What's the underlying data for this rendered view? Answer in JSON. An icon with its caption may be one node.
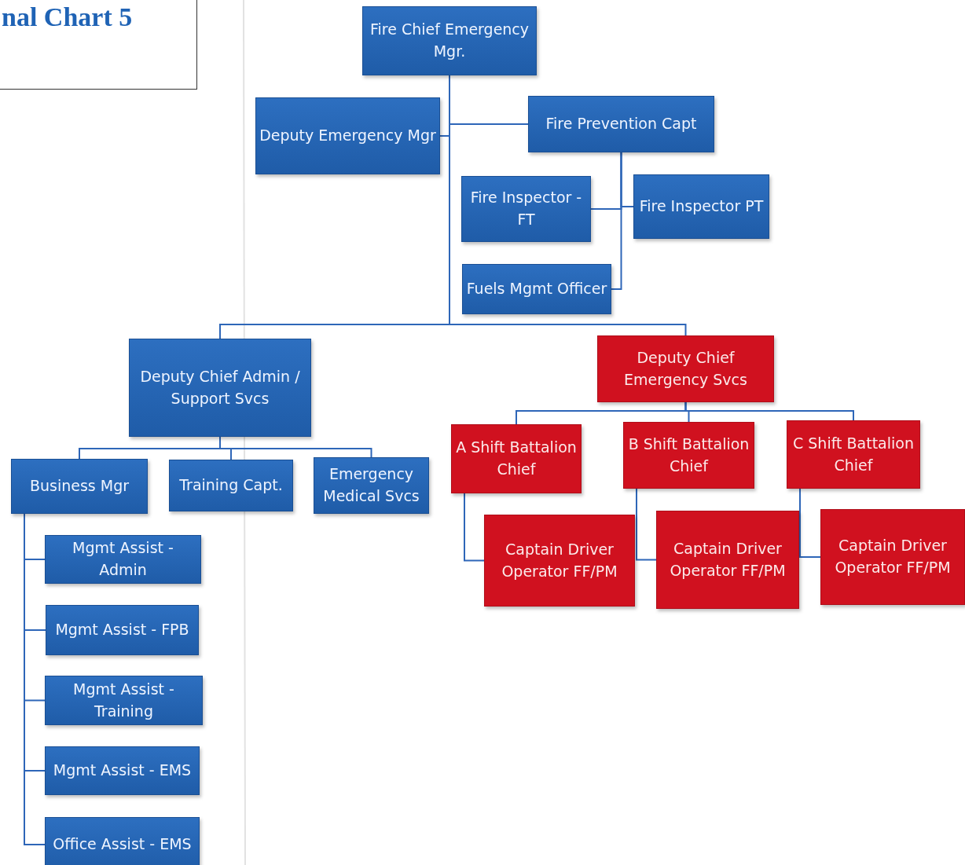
{
  "diagram": {
    "title": "nal Chart 5",
    "nodes": [
      {
        "text": [
          "Fire Chief Emergency Mgr."
        ]
      },
      {
        "text": [
          "Deputy Emergency Mgr"
        ]
      },
      {
        "text": [
          "Fire Prevention Capt"
        ]
      },
      {
        "text": [
          "Fire Inspector - FT"
        ]
      },
      {
        "text": [
          "Fire Inspector PT"
        ]
      },
      {
        "text": [
          "Fuels Mgmt Officer"
        ]
      },
      {
        "text": [
          "Deputy Chief Admin / Support Svcs"
        ]
      },
      {
        "text": [
          "Deputy Chief Emergency Svcs"
        ]
      },
      {
        "text": [
          "Business Mgr"
        ]
      },
      {
        "text": [
          "Training Capt."
        ]
      },
      {
        "text": [
          "Emergency Medical Svcs"
        ]
      },
      {
        "text": [
          "A Shift Battalion Chief"
        ]
      },
      {
        "text": [
          "B Shift Battalion Chief"
        ]
      },
      {
        "text": [
          "C Shift Battalion Chief"
        ]
      },
      {
        "text": [
          "Captain Driver Operator FF/PM"
        ]
      },
      {
        "text": [
          "Captain Driver Operator FF/PM"
        ]
      },
      {
        "text": [
          "Captain Driver Operator FF/PM"
        ]
      },
      {
        "text": [
          "Mgmt Assist - Admin"
        ]
      },
      {
        "text": [
          "Mgmt Assist - FPB"
        ]
      },
      {
        "text": [
          "Mgmt Assist - Training"
        ]
      },
      {
        "text": [
          "Mgmt Assist - EMS"
        ]
      },
      {
        "text": [
          "Office Assist - EMS"
        ]
      }
    ],
    "edges": [
      {
        "from": 0,
        "to": 1,
        "arrow": "none"
      },
      {
        "from": 0,
        "to": 2,
        "arrow": "none"
      },
      {
        "from": 2,
        "to": 3,
        "arrow": "none"
      },
      {
        "from": 2,
        "to": 4,
        "arrow": "none"
      },
      {
        "from": 2,
        "to": 5,
        "arrow": "none"
      },
      {
        "from": 0,
        "to": 6,
        "arrow": "none"
      },
      {
        "from": 0,
        "to": 7,
        "arrow": "none"
      },
      {
        "from": 6,
        "to": 8,
        "arrow": "none"
      },
      {
        "from": 6,
        "to": 9,
        "arrow": "none"
      },
      {
        "from": 6,
        "to": 10,
        "arrow": "none"
      },
      {
        "from": 7,
        "to": 11,
        "arrow": "none"
      },
      {
        "from": 7,
        "to": 12,
        "arrow": "none"
      },
      {
        "from": 7,
        "to": 13,
        "arrow": "none"
      },
      {
        "from": 11,
        "to": 14,
        "arrow": "none"
      },
      {
        "from": 12,
        "to": 15,
        "arrow": "none"
      },
      {
        "from": 13,
        "to": 16,
        "arrow": "none"
      },
      {
        "from": 8,
        "to": 17,
        "arrow": "none"
      },
      {
        "from": 8,
        "to": 18,
        "arrow": "none"
      },
      {
        "from": 8,
        "to": 19,
        "arrow": "none"
      },
      {
        "from": 8,
        "to": 20,
        "arrow": "none"
      },
      {
        "from": 8,
        "to": 21,
        "arrow": "none"
      }
    ]
  }
}
